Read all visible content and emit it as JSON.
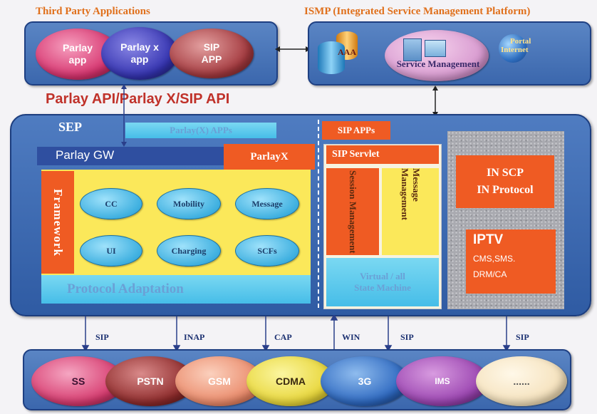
{
  "third_party": {
    "title": "Third Party Applications",
    "apps": [
      {
        "line1": "Parlay",
        "line2": "app"
      },
      {
        "line1": "Parlay x",
        "line2": "app"
      },
      {
        "line1": "SIP",
        "line2": "APP"
      }
    ]
  },
  "ismp": {
    "title": "ISMP (Integrated Service Management Platform)",
    "aaa": "AAA",
    "service_management": "Service Management",
    "portal": "Portal",
    "internet": "Internet"
  },
  "api_title": "Parlay API/Parlay X/SIP API",
  "sep": {
    "label": "SEP",
    "parlay_apps": "Parlay(X) APPs",
    "parlay_gw": "Parlay GW",
    "parlayx": "ParlayX",
    "framework": "Framework",
    "functions": [
      "CC",
      "Mobility",
      "Message",
      "UI",
      "Charging",
      "SCFs"
    ],
    "protocol_adaptation": "Protocol Adaptation",
    "sip_apps": "SIP APPs",
    "sip_servlet": "SIP Servlet",
    "session_management": "Session Management",
    "message_management": "Message Management",
    "virtual_sm_line1": "Virtual / all",
    "virtual_sm_line2": "State Machine",
    "in_scp": "IN SCP",
    "in_protocol": "IN Protocol",
    "iptv": "IPTV",
    "cms_sms": "CMS,SMS.",
    "drm_ca": "DRM/CA"
  },
  "protocols": [
    "SIP",
    "INAP",
    "CAP",
    "WIN",
    "SIP",
    "SIP"
  ],
  "networks": [
    "SS",
    "PSTN",
    "GSM",
    "CDMA",
    "3G",
    "IMS",
    "......"
  ],
  "colors": {
    "panel_blue": "#3b67ad",
    "orange": "#ef5b23",
    "title_orange": "#e0701c",
    "api_red": "#c0322a",
    "yellow": "#fbe85a",
    "cyan": "#46bde8"
  }
}
